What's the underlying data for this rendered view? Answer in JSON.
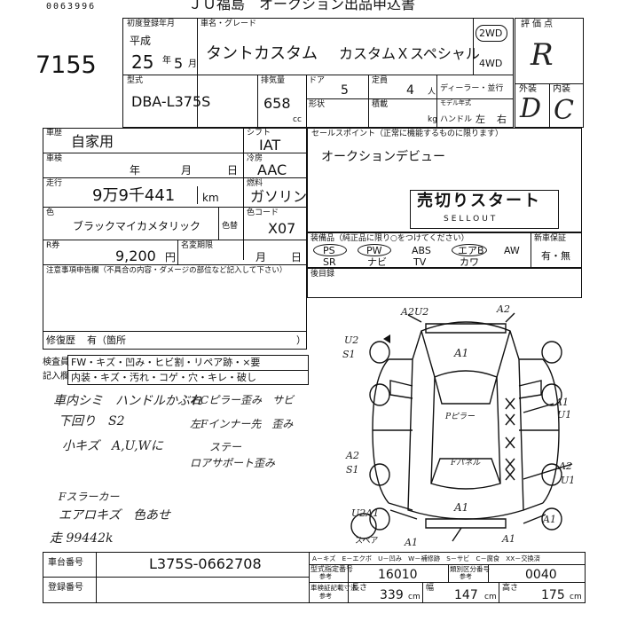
{
  "header": {
    "serial": "0063996",
    "title": "ＪＵ福島　オークション出品申込書",
    "lot_number": "7155"
  },
  "registration": {
    "label": "初度登録年月",
    "era": "平成",
    "year": "25",
    "year_unit": "年",
    "month": "5",
    "month_unit": "月"
  },
  "model": {
    "label": "車名・グレード",
    "name": "タントカスタム",
    "grade": "カスタムＸスペシャル"
  },
  "drive": {
    "two": "2WD",
    "four": "4WD"
  },
  "grade_box": {
    "label": "評価点",
    "score": "R",
    "exterior_label": "外装",
    "interior_label": "内装",
    "exterior": "D",
    "interior": "C"
  },
  "type_code": {
    "label": "型式",
    "value": "DBA-L375S"
  },
  "displacement": {
    "label": "排気量",
    "value": "658",
    "unit": "cc"
  },
  "doors": {
    "label": "ドア",
    "value": "5"
  },
  "capacity": {
    "label": "定員",
    "value": "4",
    "unit": "人"
  },
  "shape": {
    "label": "形状"
  },
  "load": {
    "label": "積載",
    "unit": "kg"
  },
  "dealer": {
    "label": "ディーラー・並行"
  },
  "model_year": {
    "label": "モデル年式"
  },
  "handle": {
    "label": "ハンドル",
    "left": "左",
    "right": "右"
  },
  "usage": {
    "label": "車歴",
    "value": "自家用"
  },
  "shift": {
    "label": "シフト",
    "value": "IAT"
  },
  "aircon": {
    "label": "冷房",
    "value": "AAC"
  },
  "fuel": {
    "label": "燃料",
    "value": "ガソリン"
  },
  "inspection": {
    "label": "車検",
    "year": "年",
    "month": "月",
    "day": "日"
  },
  "mileage": {
    "label": "走行",
    "value": "9万9千441",
    "unit": "km"
  },
  "color": {
    "label": "色",
    "value": "ブラックマイカメタリック",
    "change_label": "色替",
    "code_label": "色コード",
    "code": "X07"
  },
  "recycle": {
    "label": "R券",
    "value": "9,200",
    "unit": "円",
    "name_change_label": "名変期限",
    "month": "月",
    "day": "日"
  },
  "sales_point": {
    "label": "セールスポイント（正常に機能するものに限ります）",
    "value": "オークションデビュー",
    "stamp_main": "売切りスタート",
    "stamp_sub": "SELLOUT"
  },
  "equipment": {
    "label": "装備品（純正品に限り○をつけてください）",
    "items_top": [
      "PS",
      "PW",
      "ABS",
      "エアB",
      "AW"
    ],
    "items_bottom": [
      "SR",
      "ナビ",
      "TV",
      "カワ"
    ],
    "new_car_warranty_label": "新車保証",
    "new_car_warranty": "有・無"
  },
  "repair_history": {
    "label": "修復歴",
    "value": "有（箇所",
    "close": "）"
  },
  "notes": {
    "label": "注意事項申告欄（不具合の内容・ダメージの部位など記入して下さい）"
  },
  "spare": {
    "label": "後目録"
  },
  "inspection_record": {
    "label1": "検査員",
    "label2": "記入欄",
    "row1": "FW・キズ・凹み・ヒビ割・リペア跡・×要",
    "row2": "内装・キズ・汚れ・コゲ・穴・キレ・破し"
  },
  "handwritten": {
    "line1": "車内シミ　ハンドルかぶれ",
    "line1b": "右Cピラー歪み　サビ",
    "line2": "下回り　S2",
    "line3": "小キズ　A,U,Wに",
    "line4": "左Fインナー先　歪み",
    "line5": "ステー",
    "line6": "ロアサポート歪み",
    "line7": "Fスラーカー",
    "line8": "エアロキズ　色あせ",
    "line9": "走 99442k"
  },
  "diagram_marks": {
    "a2u2": "A2U2",
    "a2_top": "A2",
    "u2": "U2",
    "s1": "S1",
    "a1_top": "A1",
    "a1_right": "A1",
    "u1_right": "U1",
    "pillar": "Pピラー",
    "roof": "Fパネル",
    "a2_left": "A2",
    "s1_left": "S1",
    "a2_right": "A2",
    "u1_right2": "U1",
    "u2a1": "U2A1",
    "spare_label": "スペア",
    "a1_bottom": "A1",
    "a1_br": "A1",
    "a1_b": "A1",
    "a1_bb": "A1"
  },
  "legend": {
    "text": "A－キズ　E－エクボ　U－凹み　W－補修跡　S－サビ　C－腐食　XX－交換済"
  },
  "chassis": {
    "label": "車台番号",
    "value": "L375S-0662708"
  },
  "reg_number": {
    "label": "登録番号"
  },
  "designation": {
    "label1": "型式指定番号",
    "label2": "参考",
    "value": "16010"
  },
  "category": {
    "label1": "類別区分番号",
    "label2": "参考",
    "value": "0040"
  },
  "dimensions": {
    "label1": "車検証記載寸法",
    "label2": "参考",
    "length_label": "長さ",
    "length": "339",
    "width_label": "幅",
    "width": "147",
    "height_label": "高さ",
    "height": "175",
    "unit": "cm"
  }
}
